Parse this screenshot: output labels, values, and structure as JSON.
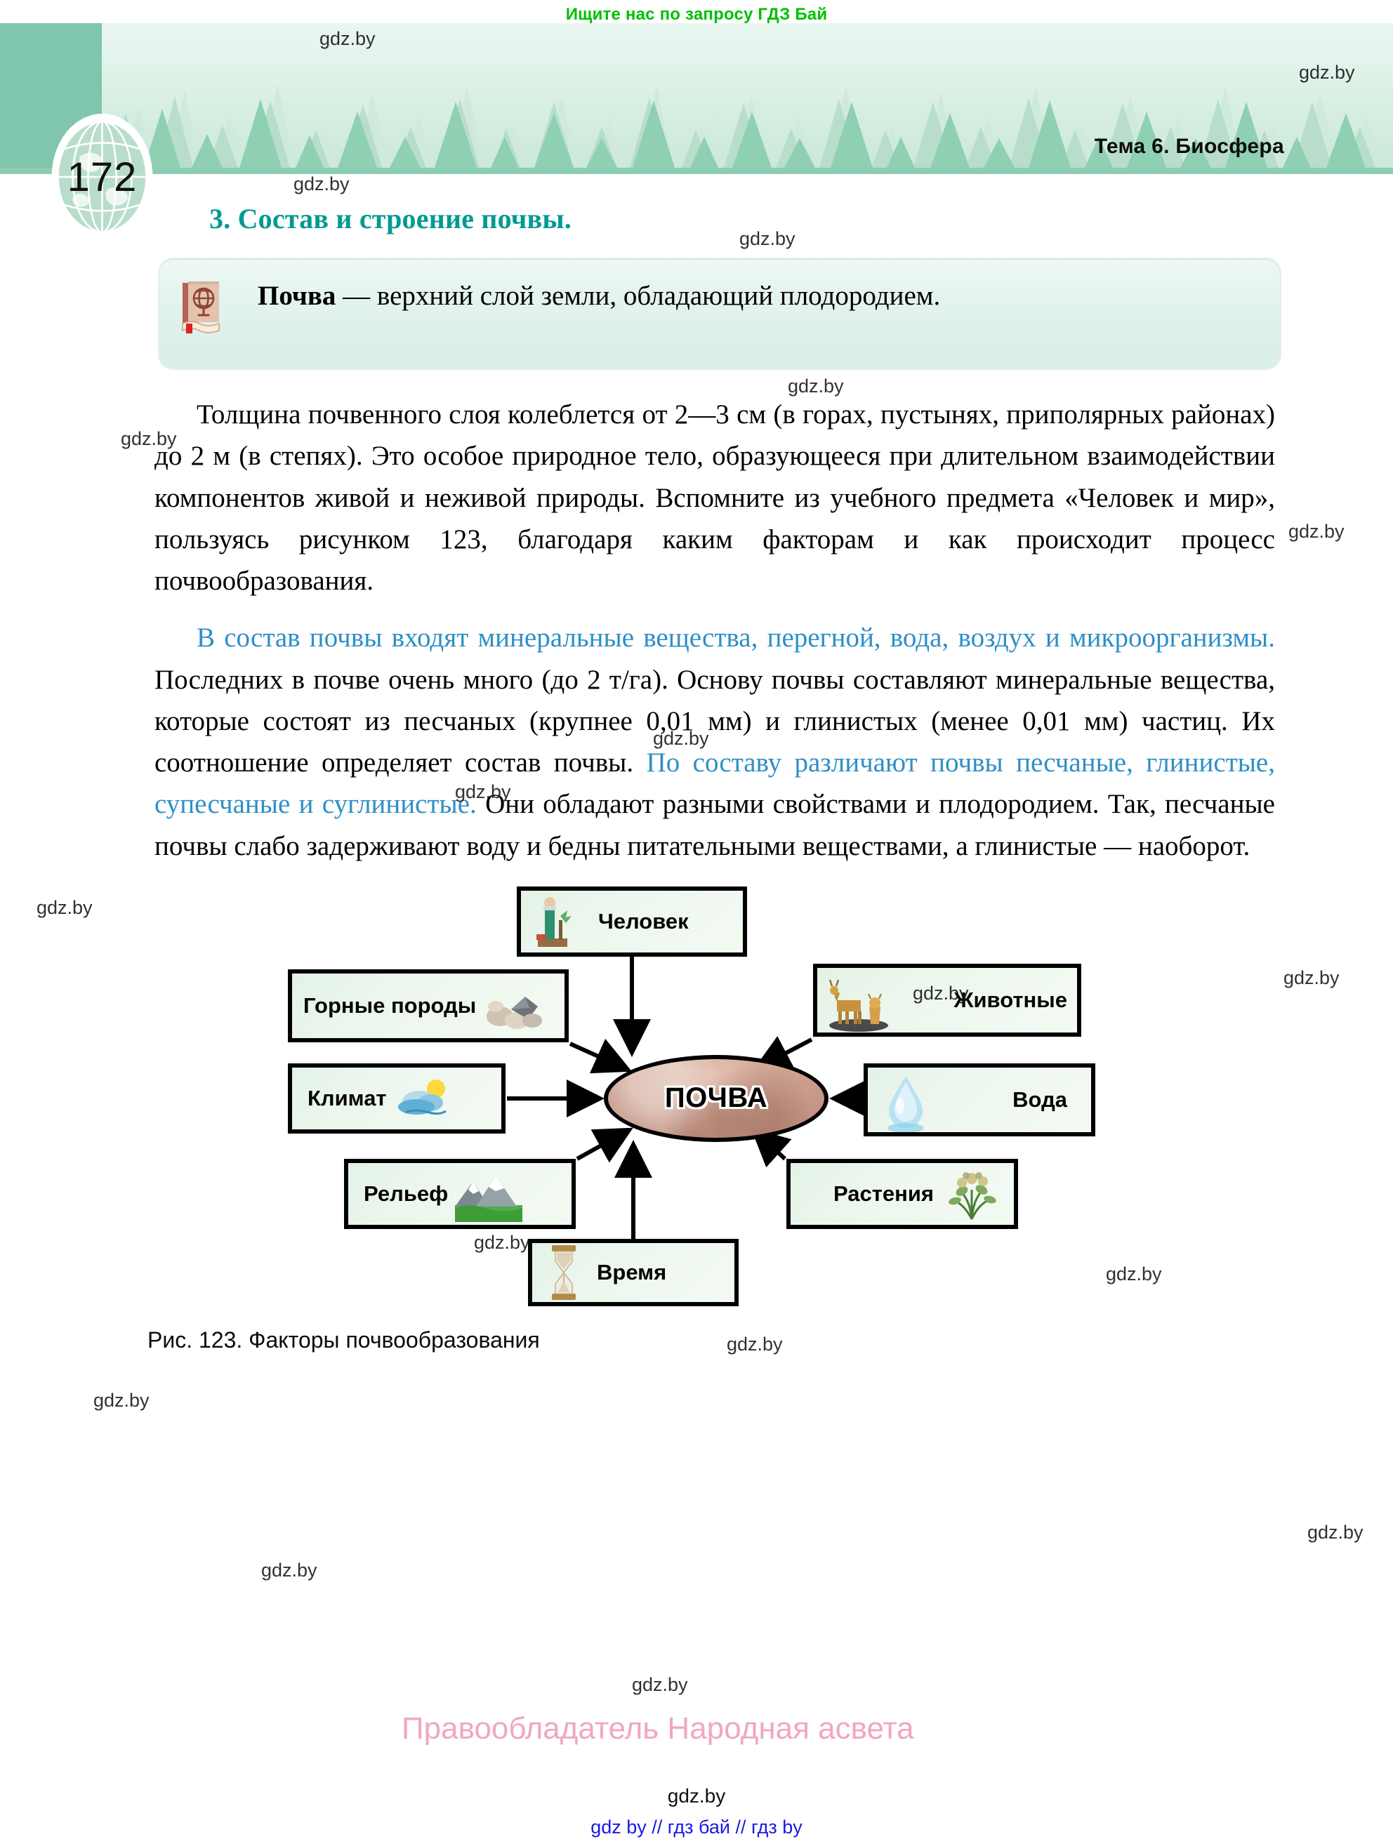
{
  "promo": {
    "text": "Ищите нас по запросу ГДЗ Бай"
  },
  "header": {
    "theme_title": "Тема 6. Биосфера",
    "page_number": "172"
  },
  "section": {
    "heading": "3. Состав и строение почвы."
  },
  "definition": {
    "term": "Почва",
    "body": " — верхний слой земли, обладающий плодородием.",
    "icon": "book-globe-icon"
  },
  "paragraphs": {
    "p1": "Толщина почвенного слоя колеблется от 2—3 см (в горах, пустынях, приполярных районах) до 2 м (в степях). Это особое природное тело, образующееся при длительном взаимодействии компонентов живой и неживой природы. Вспомните из учебного предмета «Человек и мир», пользуясь рисунком 123, благодаря каким факторам и как происходит процесс почвообразования.",
    "p2_hl1": "В состав почвы входят минеральные вещества, перегной, вода, воздух и микроорганизмы.",
    "p2_mid": " Последних в почве очень много (до 2 т/га). Основу почвы составляют минеральные вещества, которые состоят из песчаных (крупнее 0,01 мм) и глинистых (менее 0,01 мм) частиц. Их соотношение определяет состав почвы. ",
    "p2_hl2": "По составу различают почвы песчаные, глинистые, супесчаные и суглинистые.",
    "p2_end": " Они обладают разными свойствами и плодородием. Так, песчаные почвы слабо задерживают воду и бедны питательными веществами, а глинистые — наоборот."
  },
  "figure": {
    "caption": "Рис. 123. Факторы почвообразования",
    "center": {
      "label": "ПОЧВА"
    },
    "nodes": [
      {
        "label": "Человек",
        "icon": "person-icon"
      },
      {
        "label": "Горные породы",
        "icon": "rocks-icon"
      },
      {
        "label": "Климат",
        "icon": "weather-cloud-sun-icon"
      },
      {
        "label": "Рельеф",
        "icon": "mountains-icon"
      },
      {
        "label": "Время",
        "icon": "hourglass-icon"
      },
      {
        "label": "Животные",
        "icon": "animals-icon"
      },
      {
        "label": "Вода",
        "icon": "water-drop-icon"
      },
      {
        "label": "Растения",
        "icon": "plant-icon"
      }
    ]
  },
  "watermarks": {
    "gdz": "gdz.by",
    "copyright": "Правообладатель Народная асвета"
  },
  "footer": {
    "site": "gdz.by",
    "links": "gdz by  //  гдз бай  //  гдз by"
  },
  "colors": {
    "promo_green": "#00c000",
    "heading_teal": "#009a93",
    "highlight_blue": "#2e8fc6",
    "banner_green": "#7fc6ac",
    "node_fill": "#e9f5ea",
    "soil_brown": "#cda08f",
    "copyright_pink": "#f1a7bd",
    "footer_blue": "#1a1ae6"
  }
}
